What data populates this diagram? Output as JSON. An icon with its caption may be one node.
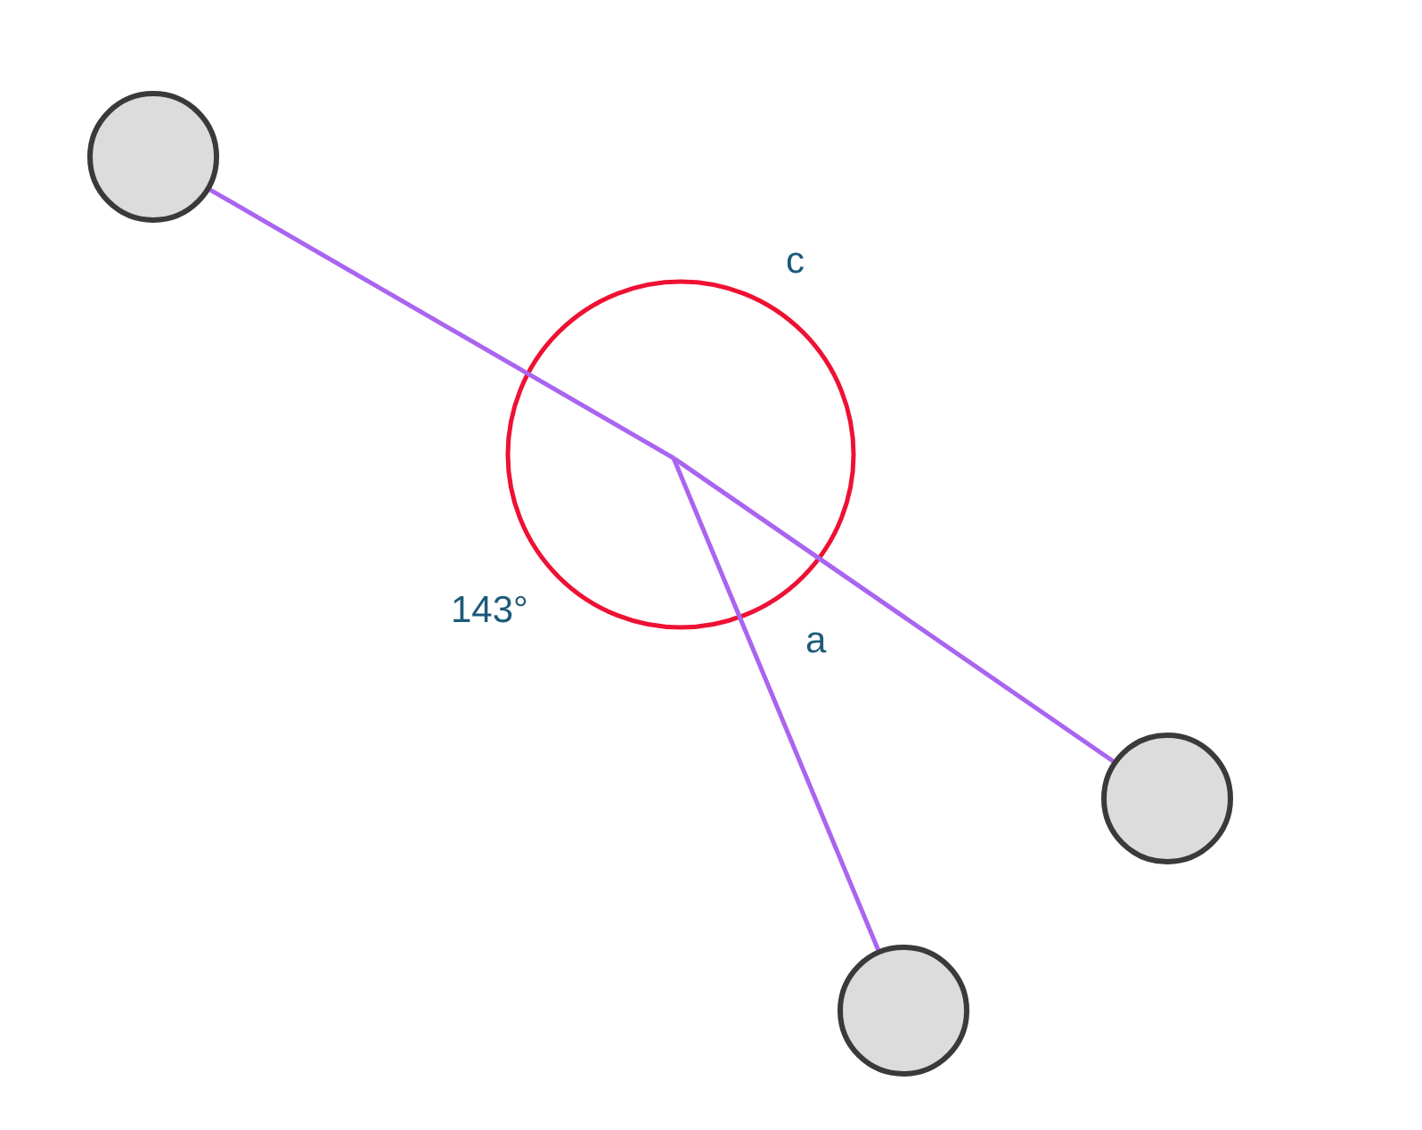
{
  "diagram": {
    "nodes": [
      {
        "text": [],
        "shape": "circle"
      },
      {
        "text": [],
        "shape": "circle"
      },
      {
        "text": [],
        "shape": "circle"
      },
      {
        "text": [],
        "shape": "circle"
      }
    ],
    "edges": [
      {
        "from": 0,
        "to": 3,
        "arrow": "none"
      },
      {
        "from": 3,
        "to": 1,
        "arrow": "none"
      },
      {
        "from": 3,
        "to": 2,
        "arrow": "none"
      }
    ],
    "labels": [
      "c",
      "143°",
      "a"
    ]
  }
}
